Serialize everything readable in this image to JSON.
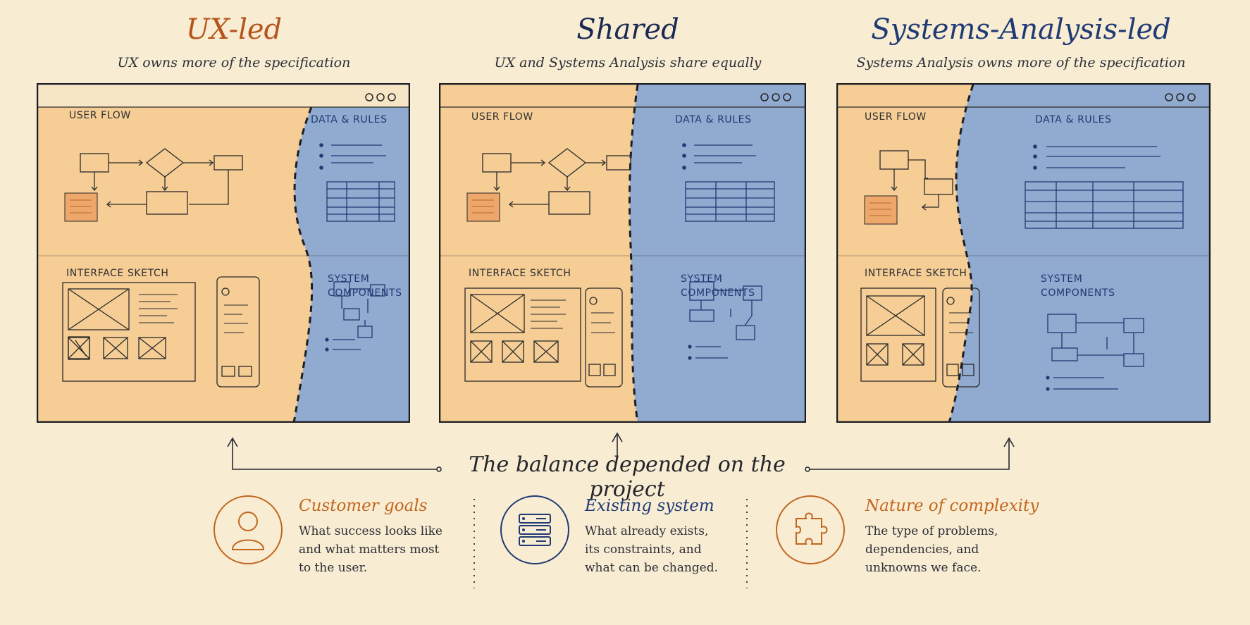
{
  "columns": [
    {
      "title": "UX-led",
      "subtitle": "UX owns more of the specification",
      "title_color": "#b5541a"
    },
    {
      "title": "Shared",
      "subtitle": "UX and Systems Analysis share equally",
      "title_color": "#1b2a52"
    },
    {
      "title": "Systems-Analysis-led",
      "subtitle": "Systems Analysis owns more of the specification",
      "title_color": "#1f3a74"
    }
  ],
  "panel_labels": {
    "user_flow": "USER FLOW",
    "interface_sketch": "INTERFACE SKETCH",
    "data_rules": "DATA & RULES",
    "system_components_line1": "SYSTEM",
    "system_components_line2": "COMPONENTS"
  },
  "balance_text": "The balance depended on the project",
  "factors": [
    {
      "title": "Customer goals",
      "text": [
        "What success looks like",
        "and what matters most",
        "to the user."
      ],
      "icon": "person-icon",
      "color": "#c2661e"
    },
    {
      "title": "Existing system",
      "text": [
        "What already exists,",
        "its constraints, and",
        "what can be changed."
      ],
      "icon": "server-icon",
      "color": "#1f3a74"
    },
    {
      "title": "Nature of complexity",
      "text": [
        "The type of problems,",
        "dependencies, and",
        "unknowns we face."
      ],
      "icon": "puzzle-icon",
      "color": "#c2661e"
    }
  ],
  "colors": {
    "ux_fill": "#f4c88c",
    "sa_fill": "#7f9fd0",
    "ink": "#262a33",
    "orange": "#c2661e",
    "navy": "#1f3a74"
  }
}
